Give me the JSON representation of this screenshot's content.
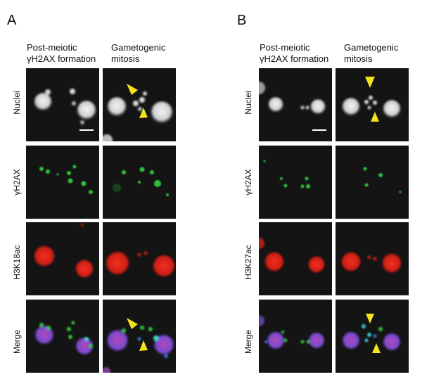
{
  "figure": {
    "panels": [
      {
        "letter": "A",
        "columns": [
          "Post-meiotic\nγH2AX formation",
          "Gametogenic\nmitosis"
        ],
        "rows": [
          "Nuclei",
          "γH2AX",
          "H3K18ac",
          "Merge"
        ]
      },
      {
        "letter": "B",
        "columns": [
          "Post-meiotic\nγH2AX formation",
          "Gametogenic\nmitosis"
        ],
        "rows": [
          "Nuclei",
          "γH2AX",
          "H3K27ac",
          "Merge"
        ]
      }
    ],
    "colors": {
      "background": "#141414",
      "nuclei": "#dcdcdc",
      "gamma_h2ax": "#2fbf3a",
      "acetyl": "#e0261c",
      "merge_blue": "#6a4fd0",
      "merge_magenta": "#b04ab8",
      "arrowhead": "#f2e31a",
      "scale_bar": "#ffffff"
    }
  }
}
